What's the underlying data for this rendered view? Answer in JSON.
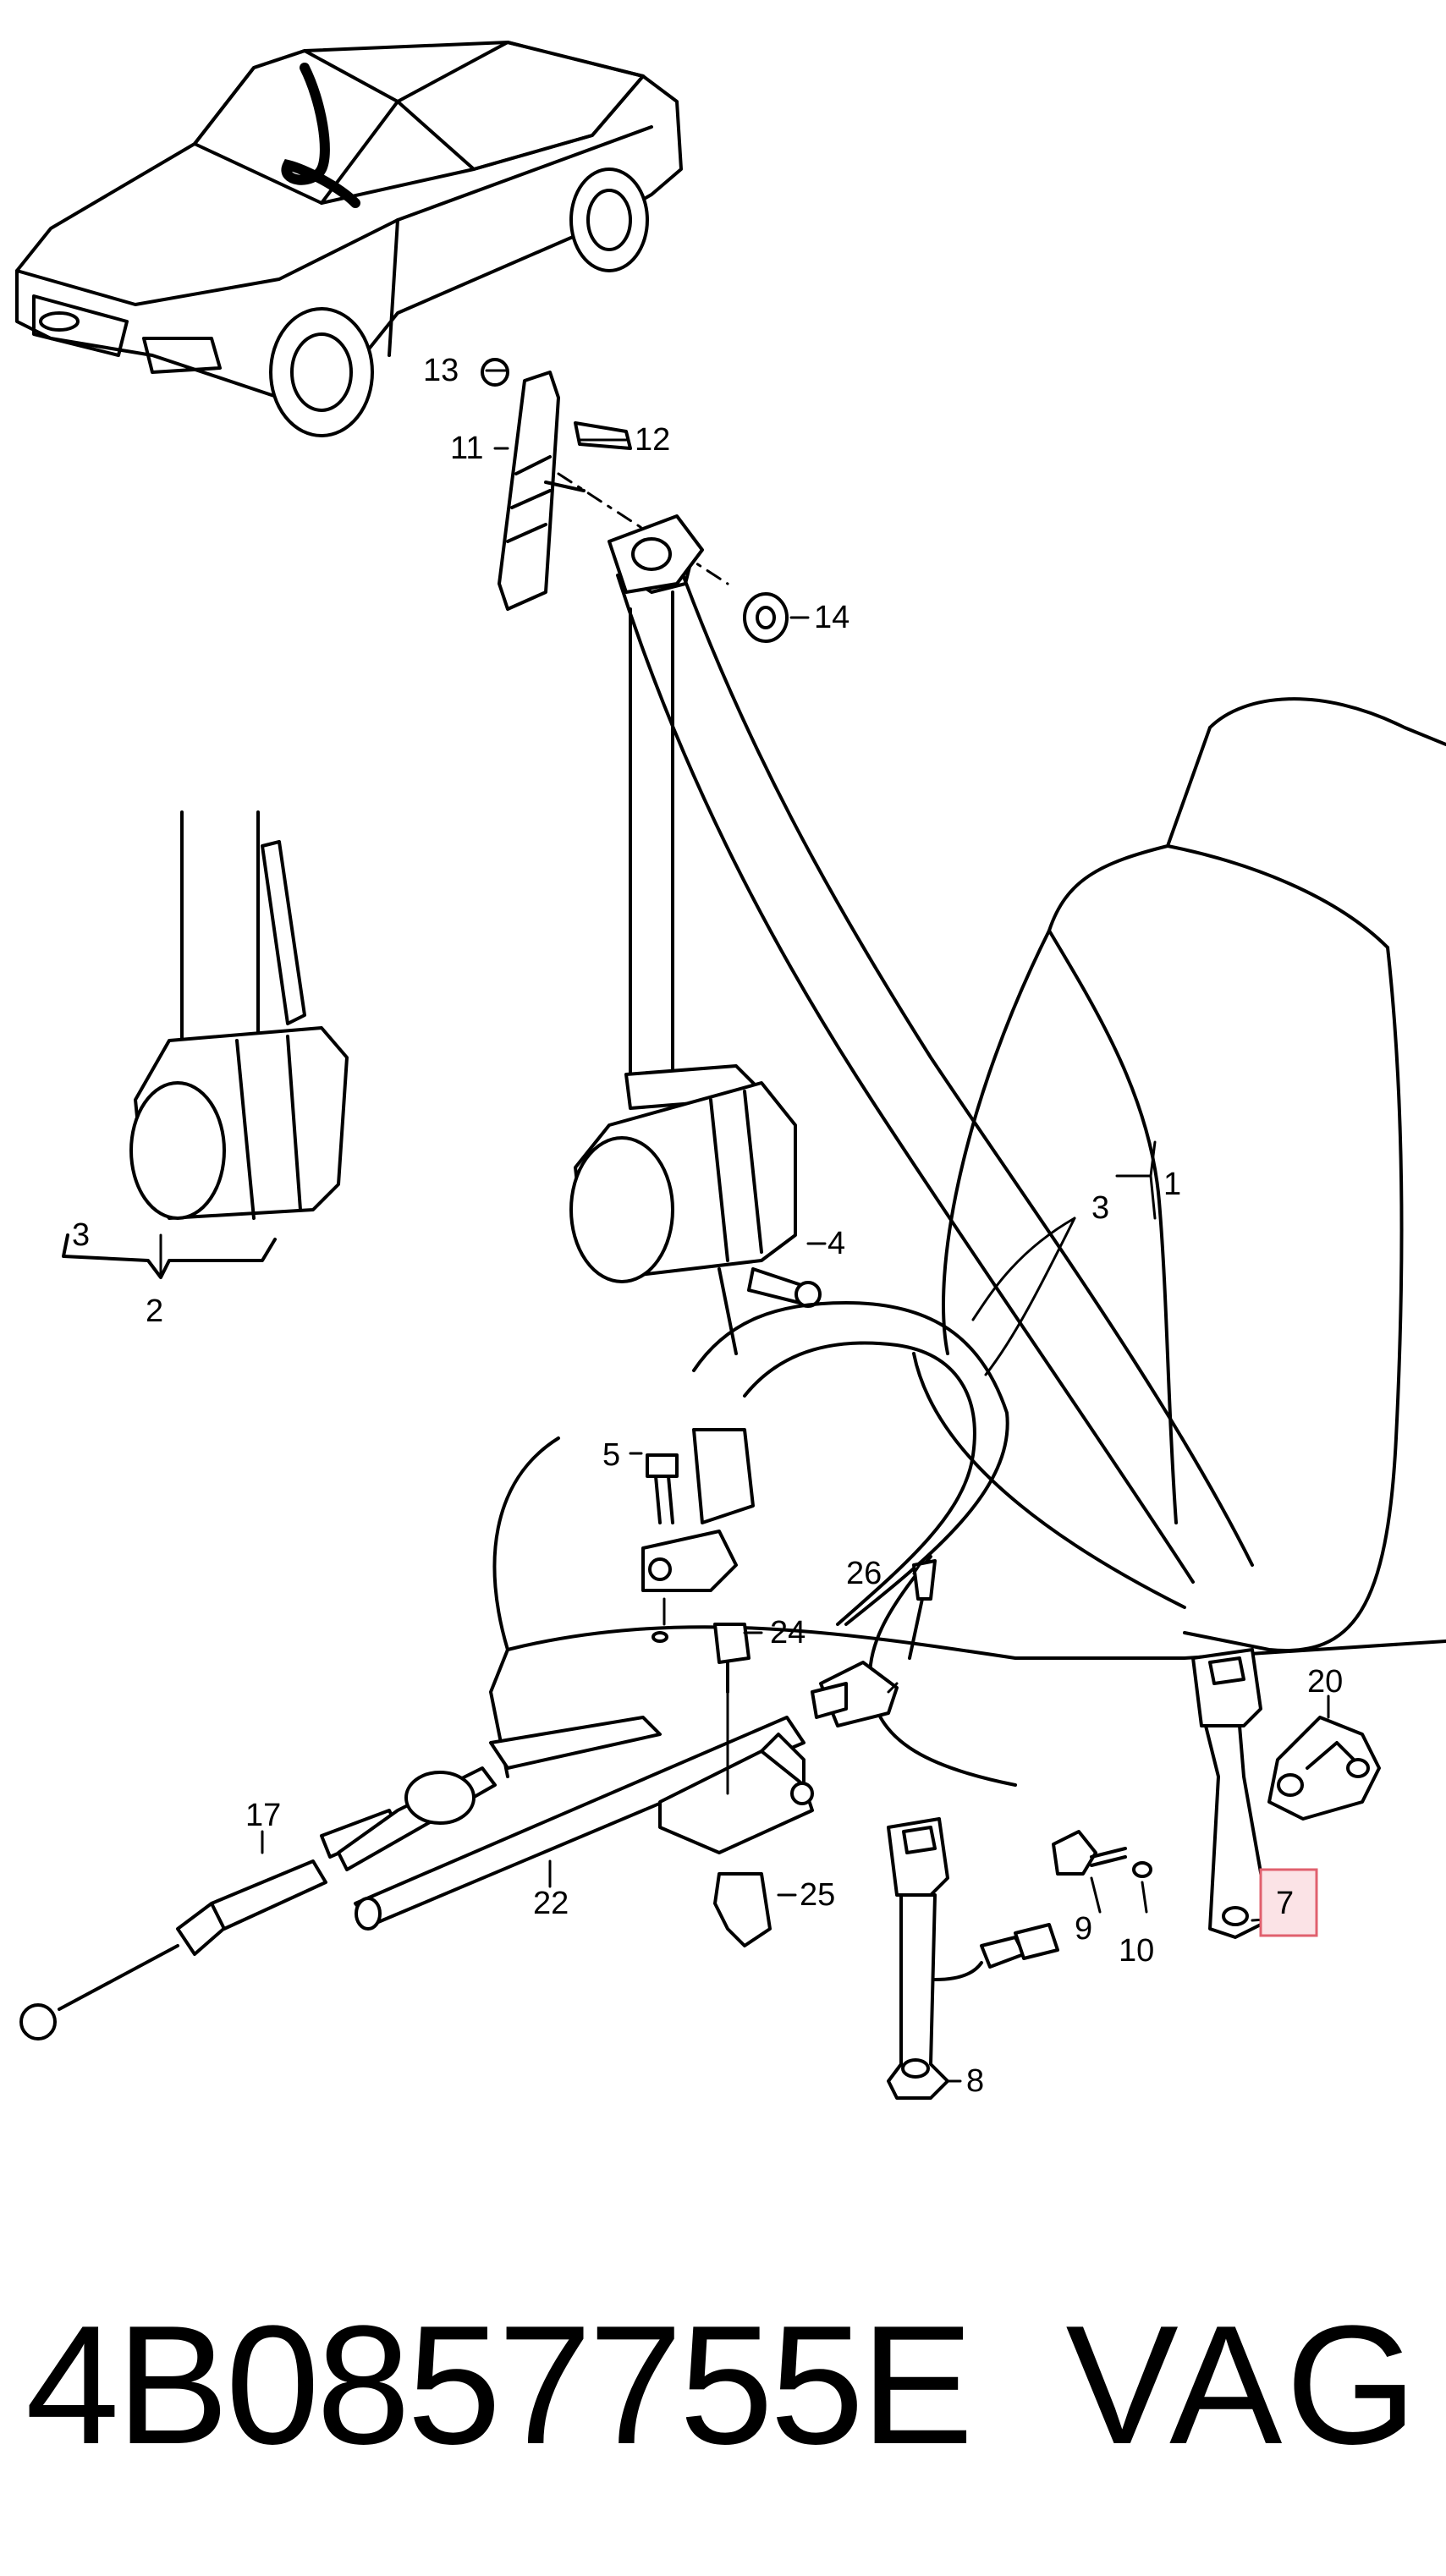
{
  "diagram": {
    "callouts": {
      "c1": "1",
      "c2": "2",
      "c3a": "3",
      "c3b": "3",
      "c4": "4",
      "c5": "5",
      "c7": "7",
      "c8": "8",
      "c9": "9",
      "c10": "10",
      "c11": "11",
      "c12": "12",
      "c13": "13",
      "c14": "14",
      "c17": "17",
      "c20": "20",
      "c22": "22",
      "c24": "24",
      "c25": "25",
      "c26": "26"
    },
    "highlighted_callout": "7",
    "highlight_color": "#fbe3e6"
  },
  "footer": {
    "part_number": "4B0857755E",
    "brand": "VAG"
  }
}
